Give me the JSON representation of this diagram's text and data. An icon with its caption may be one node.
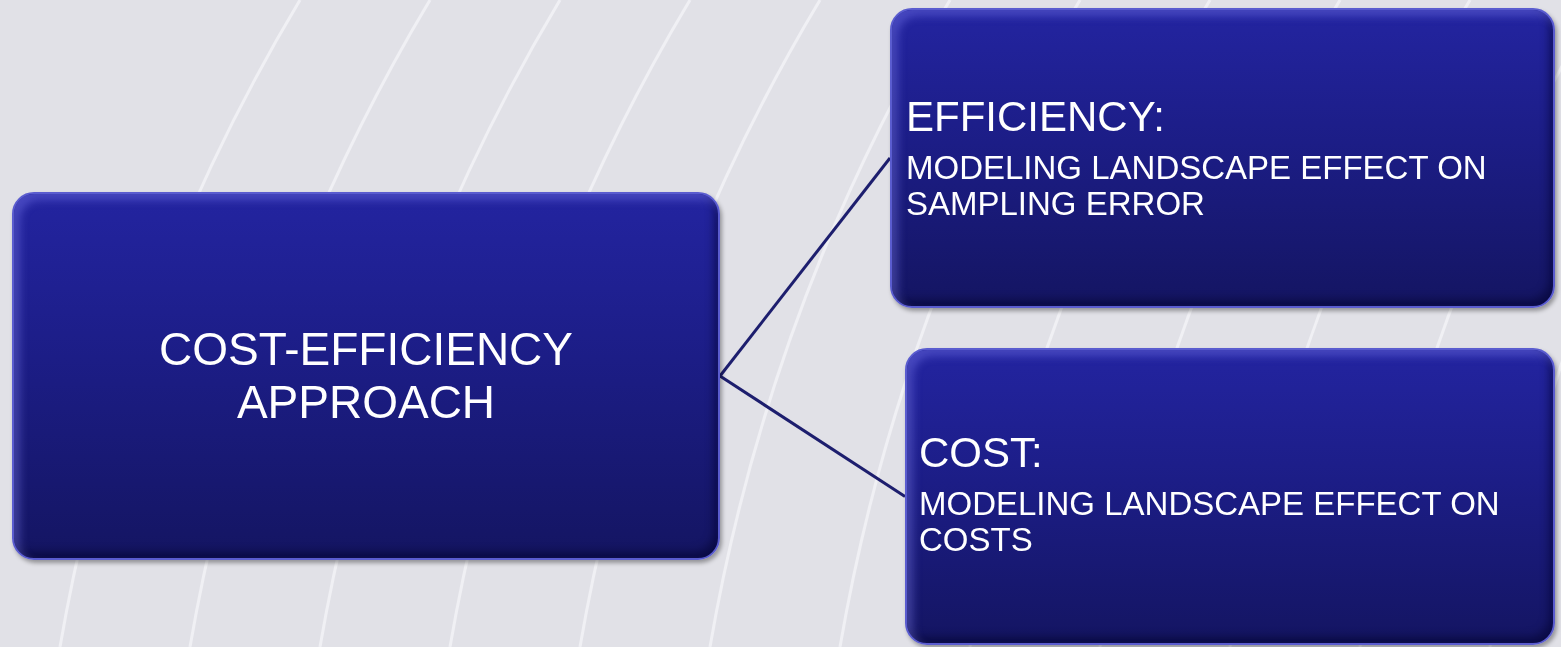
{
  "diagram": {
    "nodes": [
      {
        "text": [
          "COST-EFFICIENCY APPROACH"
        ]
      },
      {
        "text": [
          "EFFICIENCY:",
          "MODELING LANDSCAPE EFFECT ON SAMPLING ERROR"
        ]
      },
      {
        "text": [
          "COST:",
          "MODELING LANDSCAPE EFFECT ON COSTS"
        ]
      }
    ],
    "edges": [
      {
        "from": 0,
        "to": 1,
        "arrow": "none"
      },
      {
        "from": 0,
        "to": 2,
        "arrow": "none"
      }
    ]
  }
}
